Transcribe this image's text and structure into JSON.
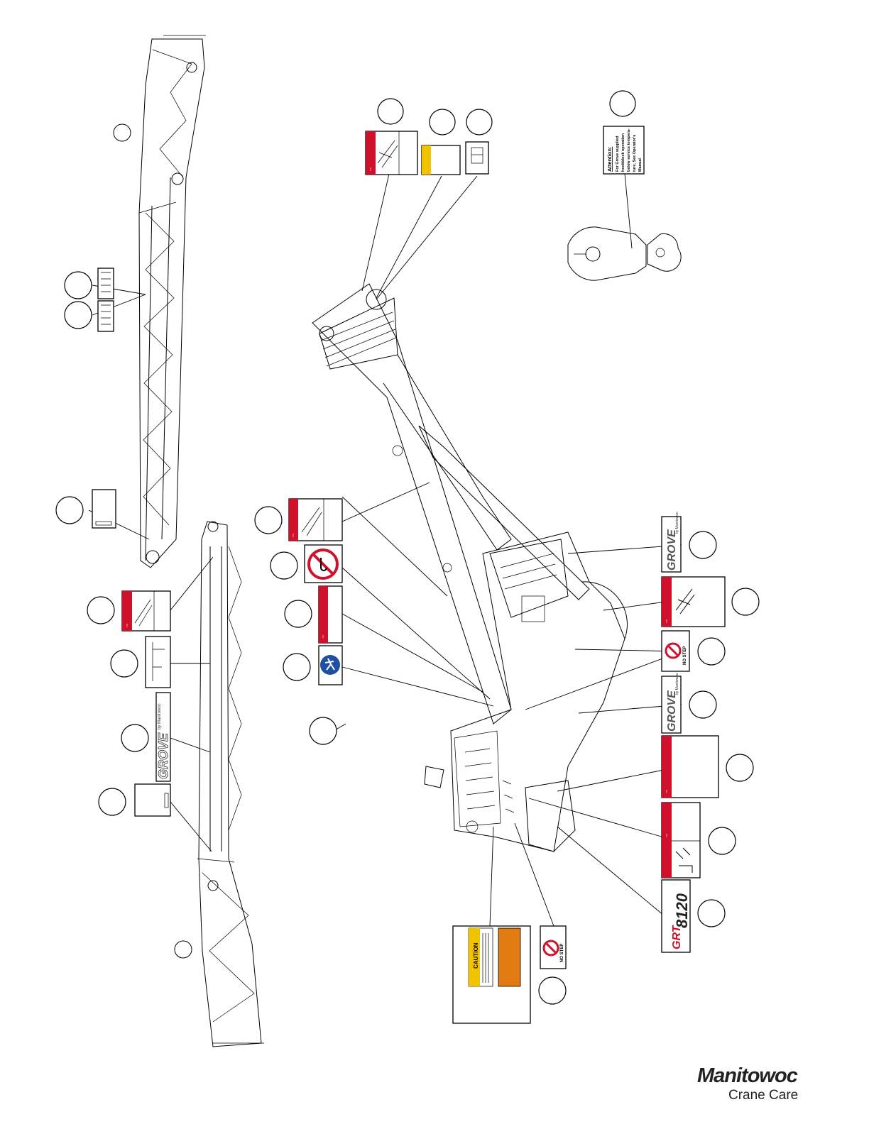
{
  "labels": {
    "attention_title": "Attention:",
    "attention_body": [
      "For Grove supplied",
      "hookblock operation",
      "below service tempera-",
      "ture, See Operator's",
      "Manual"
    ],
    "caution": "CAUTION",
    "no_step": "NO STEP",
    "brand_grove": "GROVE",
    "brand_manitowoc_small": "by Manitowoc",
    "model_prefix": "GRT",
    "model_number": "8120",
    "alert_glyph": "!"
  },
  "logo": {
    "name": "Manitowoc",
    "sub": "Crane Care"
  },
  "colors": {
    "danger_red": "#d0112b",
    "caution_yellow": "#f2c300",
    "warning_orange": "#e07c12",
    "mandatory_blue": "#1f4fa0",
    "line": "#000000",
    "background": "#ffffff"
  },
  "icons": [
    "alert-triangle-icon",
    "crush-hazard-icon",
    "no-hook-icon",
    "no-step-icon",
    "mandatory-walk-icon",
    "pinch-point-icon"
  ]
}
